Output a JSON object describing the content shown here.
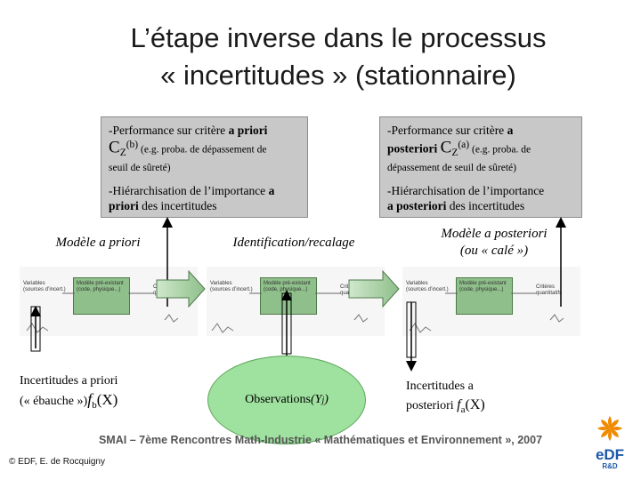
{
  "title": {
    "line1": "L’étape inverse dans le processus",
    "line2": "« incertitudes » (stationnaire)"
  },
  "left_box": {
    "perf_prefix": "-Performance sur critère ",
    "perf_bold": "a priori",
    "c_symbol": "C",
    "c_sub": "Z",
    "c_sup": "(b)",
    "c_note": " (e.g. proba. de dépassement de",
    "c_note2": "seuil de sûreté)",
    "hier_prefix": "-Hiérarchisation de l’importance ",
    "hier_bold1": "a",
    "hier_bold2": "priori",
    "hier_suffix": " des incertitudes"
  },
  "right_box": {
    "perf_prefix": "-Performance sur critère ",
    "perf_bold1": "a",
    "perf_bold2": "posteriori",
    "c_symbol": "C",
    "c_sub": "Z",
    "c_sup": "(a)",
    "c_note": " (e.g. proba. de",
    "c_note2": "dépassement de seuil de sûreté)",
    "hier_prefix": "-Hiérarchisation de l’importance",
    "hier_bold": "a posteriori",
    "hier_suffix": " des incertitudes"
  },
  "labels": {
    "model_prior": "Modèle a priori",
    "identification": "Identification/recalage",
    "model_post_line1": "Modèle a posteriori",
    "model_post_line2": "(ou « calé »)"
  },
  "thumbnail": {
    "variables": "Variables",
    "sources": "(sources d’incert.)",
    "criteria": "Critères",
    "quantities": "quantitatifs",
    "model": "Modèle pré-existant",
    "model2": "(code, physique...)"
  },
  "uncert_prior": {
    "line1": "Incertitudes a priori",
    "line2_prefix": "(« ébauche »)",
    "f_symbol": "f",
    "f_sub": "b",
    "x": "(X)"
  },
  "observations": {
    "text": "Observations ",
    "y": "(Y",
    "j": "j",
    "close": ")"
  },
  "uncert_post": {
    "line1": "Incertitudes a",
    "line2_prefix": "posteriori ",
    "f_symbol": "f",
    "f_sub": "a",
    "x": "(X)"
  },
  "footer": "SMAI – 7ème Rencontres Math-Industrie « Mathématiques et Environnement », 2007",
  "copyright": "© EDF, E. de Rocquigny",
  "logo": {
    "brand": "eDF",
    "sub": "R&D"
  },
  "colors": {
    "box_gray": "#c8c8c8",
    "ellipse_green": "#9fe19f",
    "model_green": "#8fbf8a",
    "logo_orange": "#f08a00",
    "logo_blue": "#1c57a8"
  }
}
